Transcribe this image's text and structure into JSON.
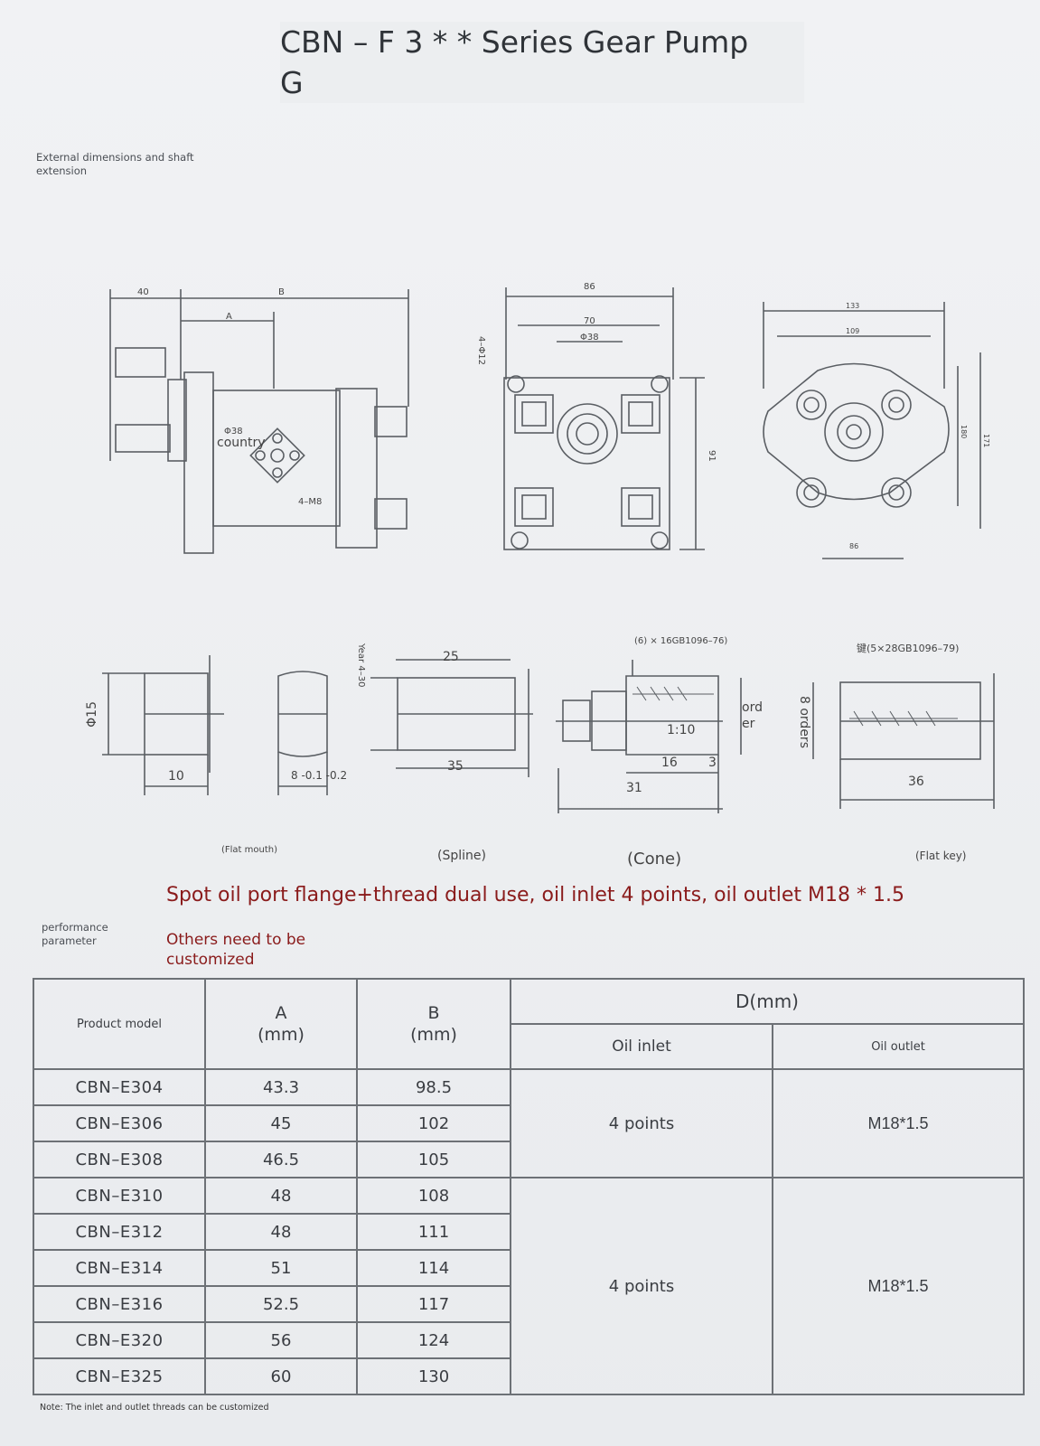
{
  "header": {
    "title_line1": "CBN – F 3 * * Series Gear Pump",
    "title_line2": "G"
  },
  "sections": {
    "dimensions_label": "External dimensions and shaft extension",
    "performance_label": "performance parameter"
  },
  "drawing_labels": {
    "front_top": [
      "40",
      "B",
      "A"
    ],
    "front_inner": [
      "country",
      "Φ38",
      "4–M8"
    ],
    "mid_top": [
      "86",
      "70",
      "Φ38"
    ],
    "mid_side": [
      "4–Φ12",
      "91"
    ],
    "right_top": [
      "133",
      "109"
    ],
    "right_side": [
      "180",
      "171"
    ],
    "right_bottom": "86",
    "shaft1": [
      "Φ15",
      "10"
    ],
    "shaft2": [
      "8 -0.1 -0.2"
    ],
    "spline": [
      "Year 4–30",
      "25",
      "35"
    ],
    "cone": [
      "(6) × 16GB1096–76)",
      "1:10",
      "16",
      "3",
      "31",
      "ord",
      "er"
    ],
    "flatkey": [
      "键(5×28GB1096–79)",
      "36",
      "8 orders"
    ]
  },
  "captions": {
    "flat_mouth": "(Flat mouth)",
    "spline": "(Spline)",
    "cone": "(Cone)",
    "flat_key": "(Flat key)"
  },
  "notice": {
    "dual_use": "Spot oil port flange+thread dual use, oil inlet 4 points, oil outlet M18 * 1.5",
    "customize": "Others need to be customized"
  },
  "table": {
    "headers": {
      "model": "Product model",
      "a": "A\n(mm)",
      "b": "B\n(mm)",
      "d": "D(mm)",
      "inlet": "Oil inlet",
      "outlet": "Oil outlet"
    },
    "rows": [
      {
        "model": "CBN–E304",
        "a": "43.3",
        "b": "98.5"
      },
      {
        "model": "CBN–E306",
        "a": "45",
        "b": "102"
      },
      {
        "model": "CBN–E308",
        "a": "46.5",
        "b": "105"
      },
      {
        "model": "CBN–E310",
        "a": "48",
        "b": "108"
      },
      {
        "model": "CBN–E312",
        "a": "48",
        "b": "111"
      },
      {
        "model": "CBN–E314",
        "a": "51",
        "b": "114"
      },
      {
        "model": "CBN–E316",
        "a": "52.5",
        "b": "117"
      },
      {
        "model": "CBN–E320",
        "a": "56",
        "b": "124"
      },
      {
        "model": "CBN–E325",
        "a": "60",
        "b": "130"
      }
    ],
    "group1": {
      "inlet": "4 points",
      "outlet": "M18*1.5"
    },
    "group2": {
      "inlet": "4 points",
      "outlet": "M18*1.5"
    }
  },
  "footnote": "Note: The inlet and outlet threads can be customized",
  "colors": {
    "red_value": "#c21515",
    "dark_red_text": "#8a1b1b",
    "line": "#5a5e63"
  }
}
